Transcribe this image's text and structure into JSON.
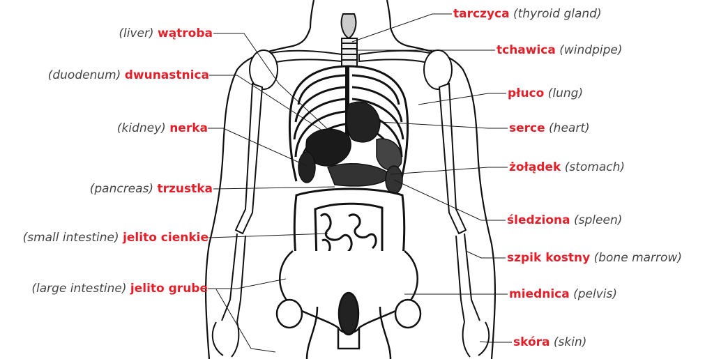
{
  "accent_color": "#e3202a",
  "text_color": "#444444",
  "left_labels": [
    {
      "name": "liver",
      "pl": "wątroba",
      "en": "(liver)"
    },
    {
      "name": "duodenum",
      "pl": "dwunastnica",
      "en": "(duodenum)"
    },
    {
      "name": "kidney",
      "pl": "nerka",
      "en": "(kidney)"
    },
    {
      "name": "pancreas",
      "pl": "trzustka",
      "en": "(pancreas)"
    },
    {
      "name": "small-intestine",
      "pl": "jelito cienkie",
      "en": "(small intestine)"
    },
    {
      "name": "large-intestine",
      "pl": "jelito grube",
      "en": "(large intestine)"
    }
  ],
  "right_labels": [
    {
      "name": "thyroid",
      "pl": "tarczyca",
      "en": "(thyroid gland)"
    },
    {
      "name": "windpipe",
      "pl": "tchawica",
      "en": "(windpipe)"
    },
    {
      "name": "lung",
      "pl": "płuco",
      "en": "(lung)"
    },
    {
      "name": "heart",
      "pl": "serce",
      "en": "(heart)"
    },
    {
      "name": "stomach",
      "pl": "żołądek",
      "en": "(stomach)"
    },
    {
      "name": "spleen",
      "pl": "śledziona",
      "en": "(spleen)"
    },
    {
      "name": "bone-marrow",
      "pl": "szpik kostny",
      "en": "(bone marrow)"
    },
    {
      "name": "pelvis",
      "pl": "miednica",
      "en": "(pelvis)"
    },
    {
      "name": "skin",
      "pl": "skóra",
      "en": "(skin)"
    }
  ]
}
